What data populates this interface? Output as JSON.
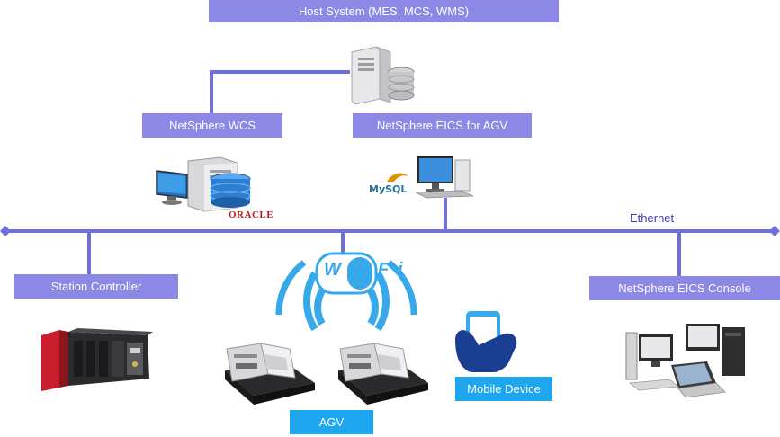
{
  "nodes": {
    "host": "Host System (MES, MCS, WMS)",
    "wcs": "NetSphere WCS",
    "eics_agv": "NetSphere EICS  for AGV",
    "station": "Station Controller",
    "console": "NetSphere EICS  Console",
    "agv": "AGV",
    "mobile": "Mobile Device"
  },
  "network": {
    "label": "Ethernet"
  },
  "logos": {
    "oracle": "ORACLE",
    "mysql": "MySQL",
    "wifi": "Wi Fi"
  },
  "icons": [
    "server-icon",
    "database-icon",
    "desktop-pc-icon",
    "plc-icon",
    "agv-icon",
    "wifi-icon",
    "smartphone-icon",
    "computer-cluster-icon"
  ],
  "colors": {
    "label": "#8b88e6",
    "highlight": "#1ea6ee",
    "network": "#6f6fe0"
  }
}
